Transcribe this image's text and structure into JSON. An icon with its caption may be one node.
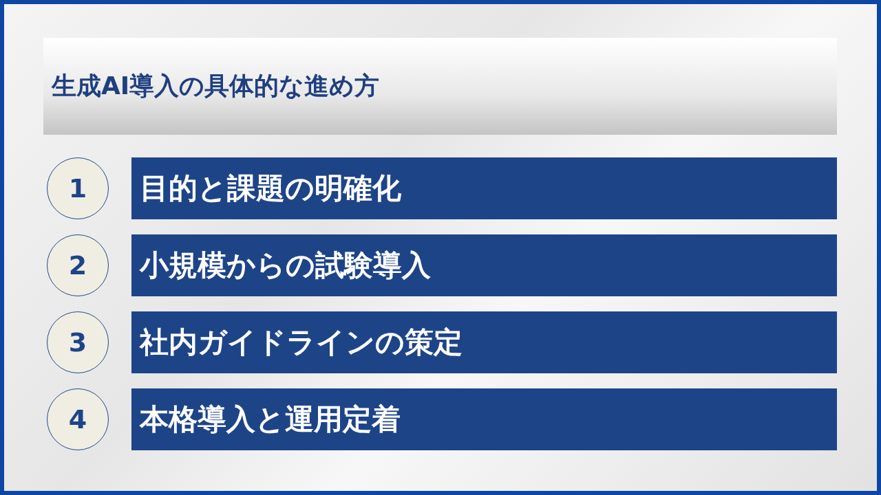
{
  "diagram": {
    "title": "生成AI導入の具体的な進め方",
    "nodes": [
      {
        "text": [
          "1"
        ]
      },
      {
        "text": [
          "目的と課題の明確化"
        ]
      },
      {
        "text": [
          "2"
        ]
      },
      {
        "text": [
          "小規模からの試験導入"
        ]
      },
      {
        "text": [
          "3"
        ]
      },
      {
        "text": [
          "社内ガイドラインの策定"
        ]
      },
      {
        "text": [
          "4"
        ]
      },
      {
        "text": [
          "本格導入と運用定着"
        ]
      }
    ]
  }
}
